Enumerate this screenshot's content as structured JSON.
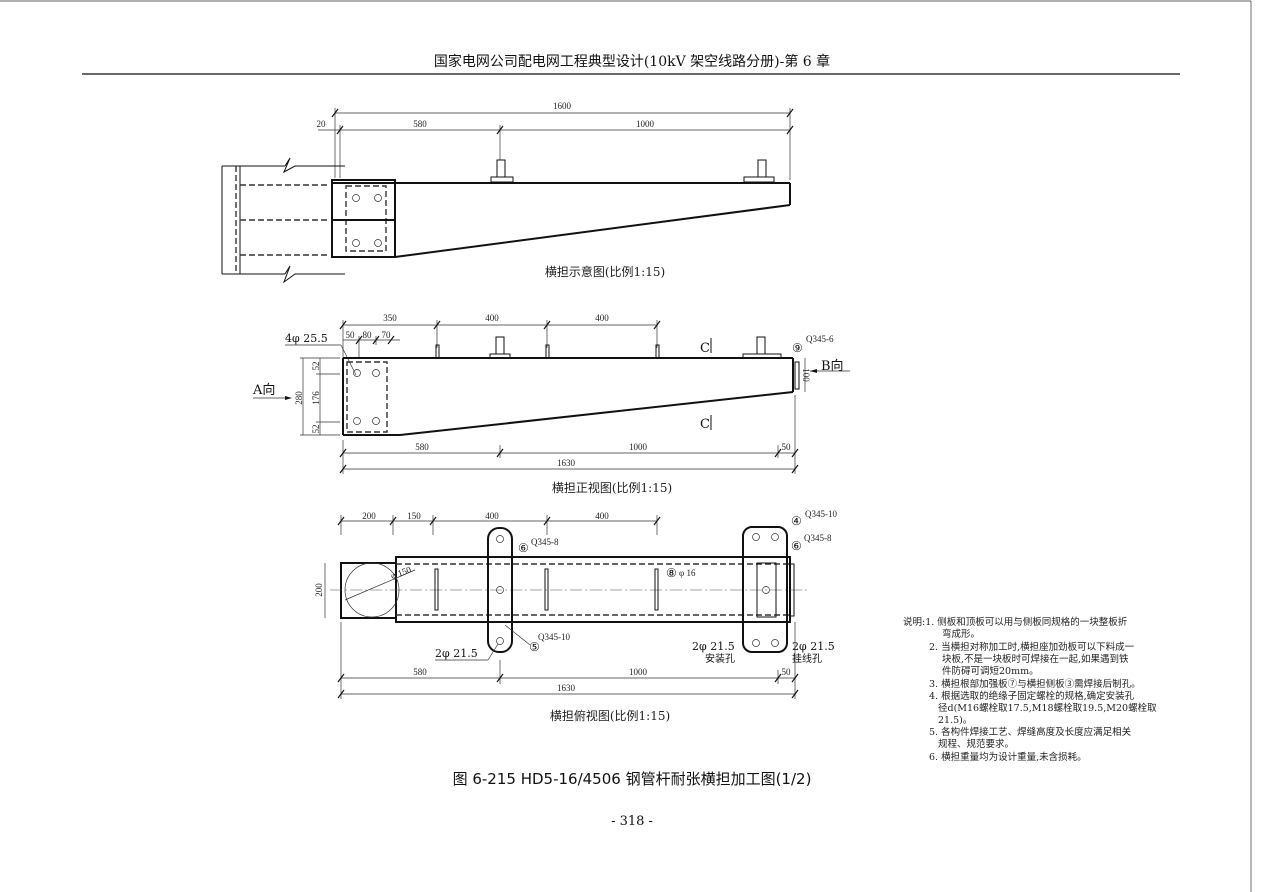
{
  "header": {
    "title": "国家电网公司配电网工程典型设计(10kV 架空线路分册)-第 6 章"
  },
  "view1": {
    "caption": "横担示意图(比例1:15)",
    "dims": {
      "total": "1600",
      "d20": "20",
      "d580": "580",
      "d1000": "1000"
    }
  },
  "view2": {
    "caption": "横担正视图(比例1:15)",
    "dims": {
      "d350": "350",
      "d400a": "400",
      "d400b": "400",
      "d50": "50",
      "d80": "80",
      "d70": "70",
      "h280": "280",
      "h176": "176",
      "h52a": "52",
      "h52b": "52",
      "h100": "100",
      "b580": "580",
      "b1000": "1000",
      "b50": "50",
      "total": "1630"
    },
    "labels": {
      "holes": "4φ 25.5",
      "dir_a": "A向",
      "dir_b": "B向",
      "section_c1": "C",
      "section_c2": "C",
      "part9": "⑨",
      "part9_spec": "Q345-6"
    }
  },
  "view3": {
    "caption": "横担俯视图(比例1:15)",
    "dims": {
      "d200": "200",
      "d150": "150",
      "d400a": "400",
      "d400b": "400",
      "h200": "200",
      "b580": "580",
      "b1000": "1000",
      "b50": "50",
      "total": "1630"
    },
    "labels": {
      "phi150": "φ 150",
      "phi16": "φ 16",
      "part8": "⑧",
      "part6a": "⑥",
      "part6a_spec": "Q345-8",
      "part6b": "⑥",
      "part6b_spec": "Q345-8",
      "part4": "④",
      "part4_spec": "Q345-10",
      "part5": "⑤",
      "part5_spec": "Q345-10",
      "holes_left": "2φ 21.5",
      "holes_install": "2φ 21.5",
      "install_label": "安装孔",
      "holes_hang": "2φ 21.5",
      "hang_label": "挂线孔"
    }
  },
  "notes": {
    "lines": [
      "说明:1. 侧板和顶板可以用与侧板同规格的一块整板折",
      "弯成形。",
      "2. 当横担对称加工时,横担座加劲板可以下料成一",
      "块板,不是一块板时可焊接在一起,如果遇到铁",
      "件防碍可调短20mm。",
      "3. 横担根部加强板⑦与横担侧板③需焊接后制孔。",
      "4. 根据选取的绝缘子固定螺栓的规格,确定安装孔",
      "径d(M16螺栓取17.5,M18螺栓取19.5,M20螺栓取",
      "21.5)。",
      "5. 各构件焊接工艺、焊缝高度及长度应满足相关",
      "规程、规范要求。",
      "6. 横担重量均为设计重量,未含损耗。"
    ]
  },
  "figure_title": "图 6-215  HD5-16/4506 钢管杆耐张横担加工图(1/2)",
  "page_number": "- 318 -"
}
